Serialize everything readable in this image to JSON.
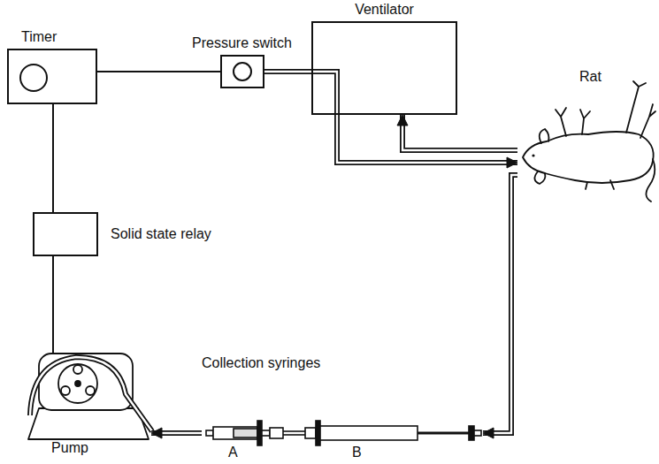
{
  "diagram": {
    "nodes": [
      {
        "text": [
          "Timer"
        ]
      },
      {
        "text": [
          "Pressure switch"
        ]
      },
      {
        "text": [
          "Ventilator"
        ]
      },
      {
        "text": [
          "Rat"
        ]
      },
      {
        "text": [
          "Solid state relay"
        ]
      },
      {
        "text": [
          "Collection syringes"
        ]
      },
      {
        "text": [
          "Pump"
        ]
      }
    ],
    "edges": [
      {
        "from": 0,
        "to": 1,
        "arrow": "none"
      },
      {
        "from": 1,
        "to": 2,
        "arrow": "none"
      },
      {
        "from": 2,
        "to": 3,
        "arrow": "to"
      },
      {
        "from": 3,
        "to": 2,
        "arrow": "to"
      },
      {
        "from": 0,
        "to": 4,
        "arrow": "none"
      },
      {
        "from": 4,
        "to": 6,
        "arrow": "none"
      },
      {
        "from": 3,
        "to": 5,
        "arrow": "to"
      },
      {
        "from": 5,
        "to": 6,
        "arrow": "to"
      }
    ],
    "labels": [
      "A",
      "B"
    ]
  }
}
